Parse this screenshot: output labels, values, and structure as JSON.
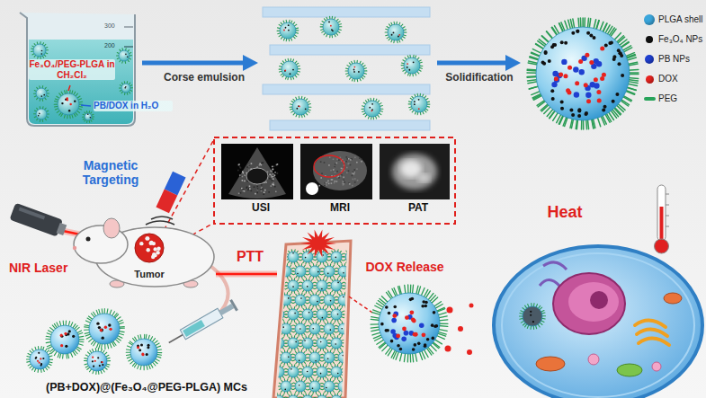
{
  "diagram": {
    "nodes": [
      {
        "text": [
          "USI"
        ]
      },
      {
        "text": [
          "MRI"
        ]
      },
      {
        "text": [
          "PAT"
        ]
      }
    ],
    "labels": [
      "300",
      "200",
      "Fe₃O₄/PEG-PLGA in CH₂Cl₂",
      "PB/DOX in H₂O",
      "Corse emulsion",
      "Solidification",
      "Magnetic Targeting",
      "NIR Laser",
      "Tumor",
      "PTT",
      "DOX Release",
      "Heat",
      "(PB+DOX)@(Fe₃O₄@PEG-PLGA) MCs"
    ],
    "legend": [
      {
        "text": "PLGA shell",
        "color": "#3aa6dc"
      },
      {
        "text": "Fe₃O₄ NPs",
        "color": "#111111"
      },
      {
        "text": "PB NPs",
        "color": "#1f3fd0"
      },
      {
        "text": "DOX",
        "color": "#e8231f"
      },
      {
        "text": "PEG",
        "color": "#27a35a"
      }
    ]
  }
}
